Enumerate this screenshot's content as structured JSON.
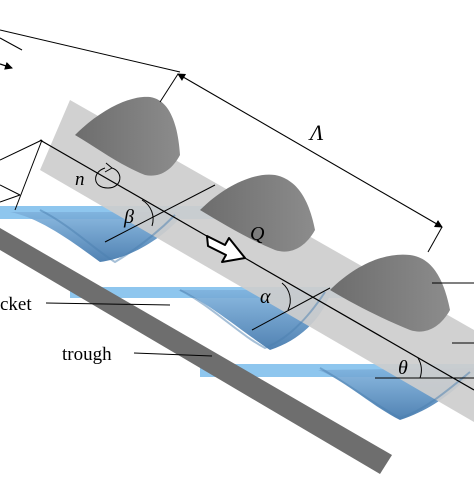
{
  "labels": {
    "lambda": "Λ",
    "flow": "Q",
    "rotation": "n",
    "beta": "β",
    "alpha": "α",
    "theta": "θ",
    "bucket": "cket",
    "trough": "trough"
  },
  "colors": {
    "blade_dark": "#7b7b7b",
    "shaft": "#cdcdcd",
    "water_light": "#8ec6ee",
    "water_mid": "#5f96c6",
    "water_dark": "#3c73a8",
    "trough": "#6e6e6e",
    "line": "#000000"
  }
}
